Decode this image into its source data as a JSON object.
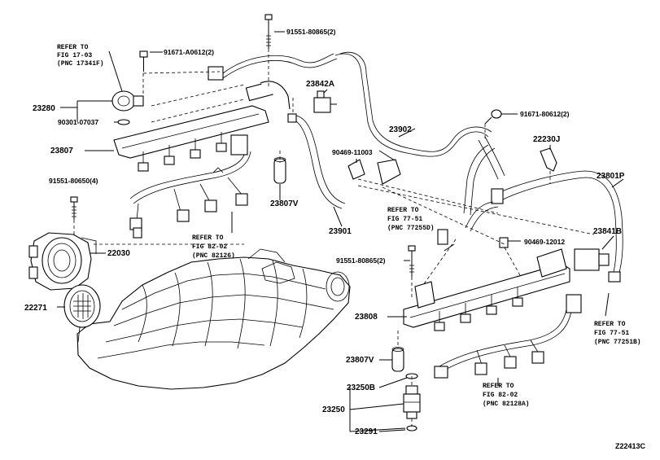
{
  "diagram_id": "Z22413C",
  "callouts": {
    "p23280": "23280",
    "p90301": "90301-07037",
    "p23807a": "23807",
    "p91551a": "91551-80650(4)",
    "p22030": "22030",
    "p22271": "22271",
    "p91671a": "91671-A0612(2)",
    "p91551b": "91551-80865(2)",
    "p23842a": "23842A",
    "p23807v_a": "23807V",
    "p90469a": "90469-11003",
    "p23902": "23902",
    "p23901": "23901",
    "p91671b": "91671-80612(2)",
    "p22230j": "22230J",
    "p23801p": "23801P",
    "p90469b": "90469-12012",
    "p23841b": "23841B",
    "p91551c": "91551-80865(2)",
    "p23808": "23808",
    "p23807v_b": "23807V",
    "p23250b": "23250B",
    "p23250": "23250",
    "p23291": "23291"
  },
  "refs": {
    "r1": [
      "REFER TO",
      "FIG 17-03",
      "(PNC 17341F)"
    ],
    "r2": [
      "REFER TO",
      "FIG 82-02",
      "(PNC 82126)"
    ],
    "r3": [
      "REFER TO",
      "FIG 77-51",
      "(PNC 77255D)"
    ],
    "r4": [
      "REFER TO",
      "FIG 82-02",
      "(PNC 82128A)"
    ],
    "r5": [
      "REFER TO",
      "FIG 77-51",
      "(PNC 77251B)"
    ]
  }
}
